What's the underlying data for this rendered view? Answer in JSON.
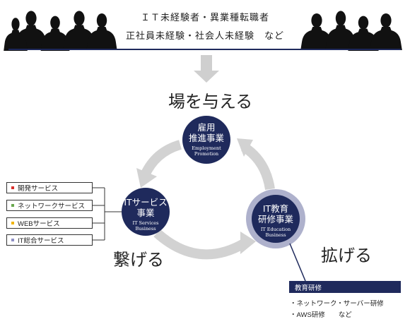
{
  "header": {
    "line1": "ＩＴ未経験者・異業種転職者",
    "line2": "正社員未経験・社会人未経験　など"
  },
  "labels": {
    "give_place": "場を与える",
    "connect": "繋げる",
    "expand": "拡げる"
  },
  "circles": {
    "employment": {
      "title1": "雇用",
      "title2": "推進事業",
      "sub1": "Employment",
      "sub2": "Promotion"
    },
    "it_services": {
      "title1": "ITサービス",
      "title2": "事業",
      "sub1": "IT Services",
      "sub2": "Business"
    },
    "it_education": {
      "title1": "IT教育",
      "title2": "研修事業",
      "sub1": "IT Education",
      "sub2": "Business"
    }
  },
  "services": [
    {
      "label": "開発サービス",
      "color": "#d9302c"
    },
    {
      "label": "ネットワークサービス",
      "color": "#6aa84f"
    },
    {
      "label": "WEBサービス",
      "color": "#f0b400"
    },
    {
      "label": "IT総合サービス",
      "color": "#8e8fc4"
    }
  ],
  "education": {
    "title": "教育研修",
    "items": [
      "・ネットワーク・サーバー研修",
      "・AWS研修　　など"
    ]
  },
  "colors": {
    "navy": "#1f2a5c",
    "ring": "#aeb1cc",
    "arrow": "#d2d2d2",
    "silhouette": "#111111"
  }
}
